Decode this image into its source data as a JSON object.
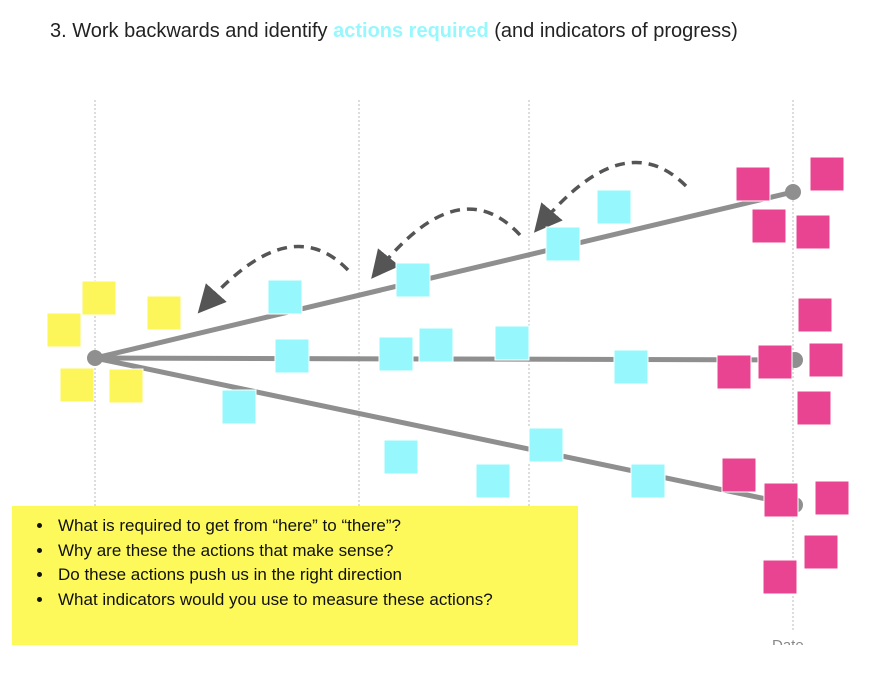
{
  "title": {
    "prefix": "3. Work backwards and identify ",
    "highlight": "actions required",
    "suffix": " (and indicators of progress)"
  },
  "questions": [
    "What is required to get from “here” to “there”?",
    "Why are these the actions that make sense?",
    "Do these actions push us in the right direction",
    "What indicators would you use to measure these actions?"
  ],
  "axis_label": "Date",
  "colors": {
    "highlight": "#96f8fd",
    "start_note": "#fdf65a",
    "action_note": "#96f8fd",
    "goal_note": "#e94492",
    "line": "#8f8f8f",
    "question_box": "#fdf95a"
  }
}
